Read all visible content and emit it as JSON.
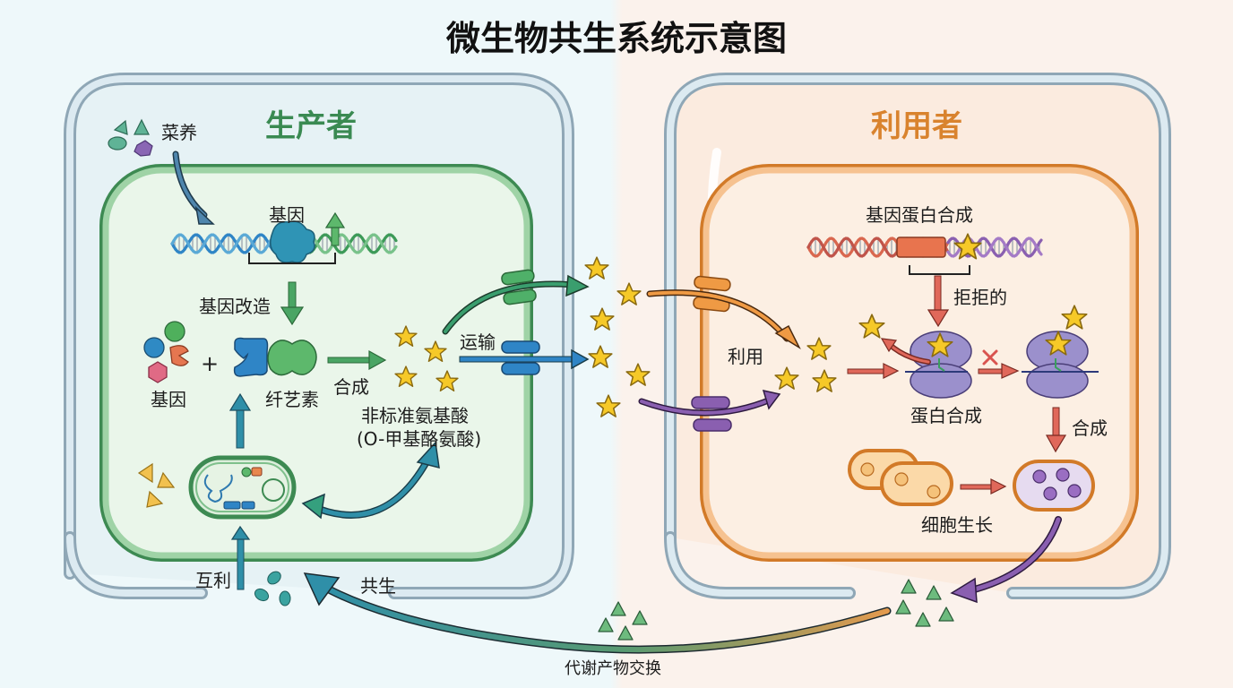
{
  "title": "微生物共生系统示意图",
  "producer": {
    "heading": "生产者",
    "nutrients_label": "菜养",
    "gene_top_label": "基因",
    "gene_edit_label": "基因改造",
    "genes_label": "基因",
    "cellulose_label": "纤艺素",
    "synthesis_label": "合成",
    "transport_label": "运输",
    "amino_acid_label": "非标准氨基酸",
    "amino_acid_sub_label": "(O-甲基酪氨酸)",
    "mutual_label": "互利",
    "symbiosis_label": "共生"
  },
  "consumer": {
    "heading": "利用者",
    "gene_protein_label": "基因蛋白合成",
    "reject_label": "拒拒的",
    "use_label": "利用",
    "protein_synthesis_label": "蛋白合成",
    "synthesis_label": "合成",
    "cell_growth_label": "细胞生长"
  },
  "exchange_label": "代谢产物交换",
  "colors": {
    "producer_green": "#4e9e62",
    "consumer_orange": "#e8973e",
    "outer_wall": "#8fa7b6",
    "star": "#f6c928",
    "teal_arrow": "#2f8fa8",
    "purple": "#8a5fb0",
    "red_arrow": "#e0685a"
  }
}
